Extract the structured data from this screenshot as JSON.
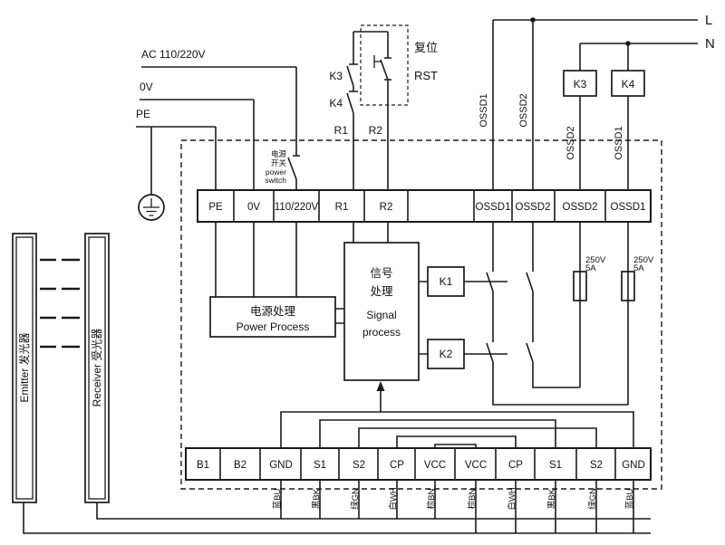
{
  "power_rails": {
    "l_label": "L",
    "n_label": "N"
  },
  "supply": {
    "ac_label": "AC  110/220V",
    "zero_v_label": "0V",
    "pe_label": "PE"
  },
  "power_switch": {
    "line1": "电源",
    "line2": "开关",
    "line3": "power",
    "line4": "switch"
  },
  "reset_circuit": {
    "title_cn": "复位",
    "title_en": "RST",
    "k3_label": "K3",
    "k4_label": "K4",
    "r1_label": "R1",
    "r2_label": "R2"
  },
  "output_relays": {
    "k3_label": "K3",
    "k4_label": "K4"
  },
  "ossd_wire_labels": [
    "OSSD1",
    "OSSD2",
    "OSSD2",
    "OSSD1"
  ],
  "top_terminals": [
    "PE",
    "0V",
    "110/220V",
    "R1",
    "R2",
    "",
    "OSSD1",
    "OSSD2",
    "OSSD2",
    "OSSD1"
  ],
  "power_process": {
    "label_cn": "电源处理",
    "label_en": "Power Process"
  },
  "signal_process": {
    "label_cn1": "信号",
    "label_cn2": "处理",
    "label_en1": "Signal",
    "label_en2": "process"
  },
  "internal_relays": {
    "k1_label": "K1",
    "k2_label": "K2"
  },
  "fuses": {
    "rating_v": "250V",
    "rating_a": "5A"
  },
  "bottom_terminals": [
    "B1",
    "B2",
    "GND",
    "S1",
    "S2",
    "CP",
    "VCC",
    "VCC",
    "CP",
    "S1",
    "S2",
    "GND"
  ],
  "wire_colors": [
    "蓝BU",
    "黑BK",
    "绿GN",
    "白WH",
    "棕BN",
    "棕BN",
    "白WH",
    "黑BK",
    "绿GN",
    "蓝BU"
  ],
  "devices": {
    "emitter_label": "Emitter 发光器",
    "receiver_label": "Receiver 受光器"
  }
}
